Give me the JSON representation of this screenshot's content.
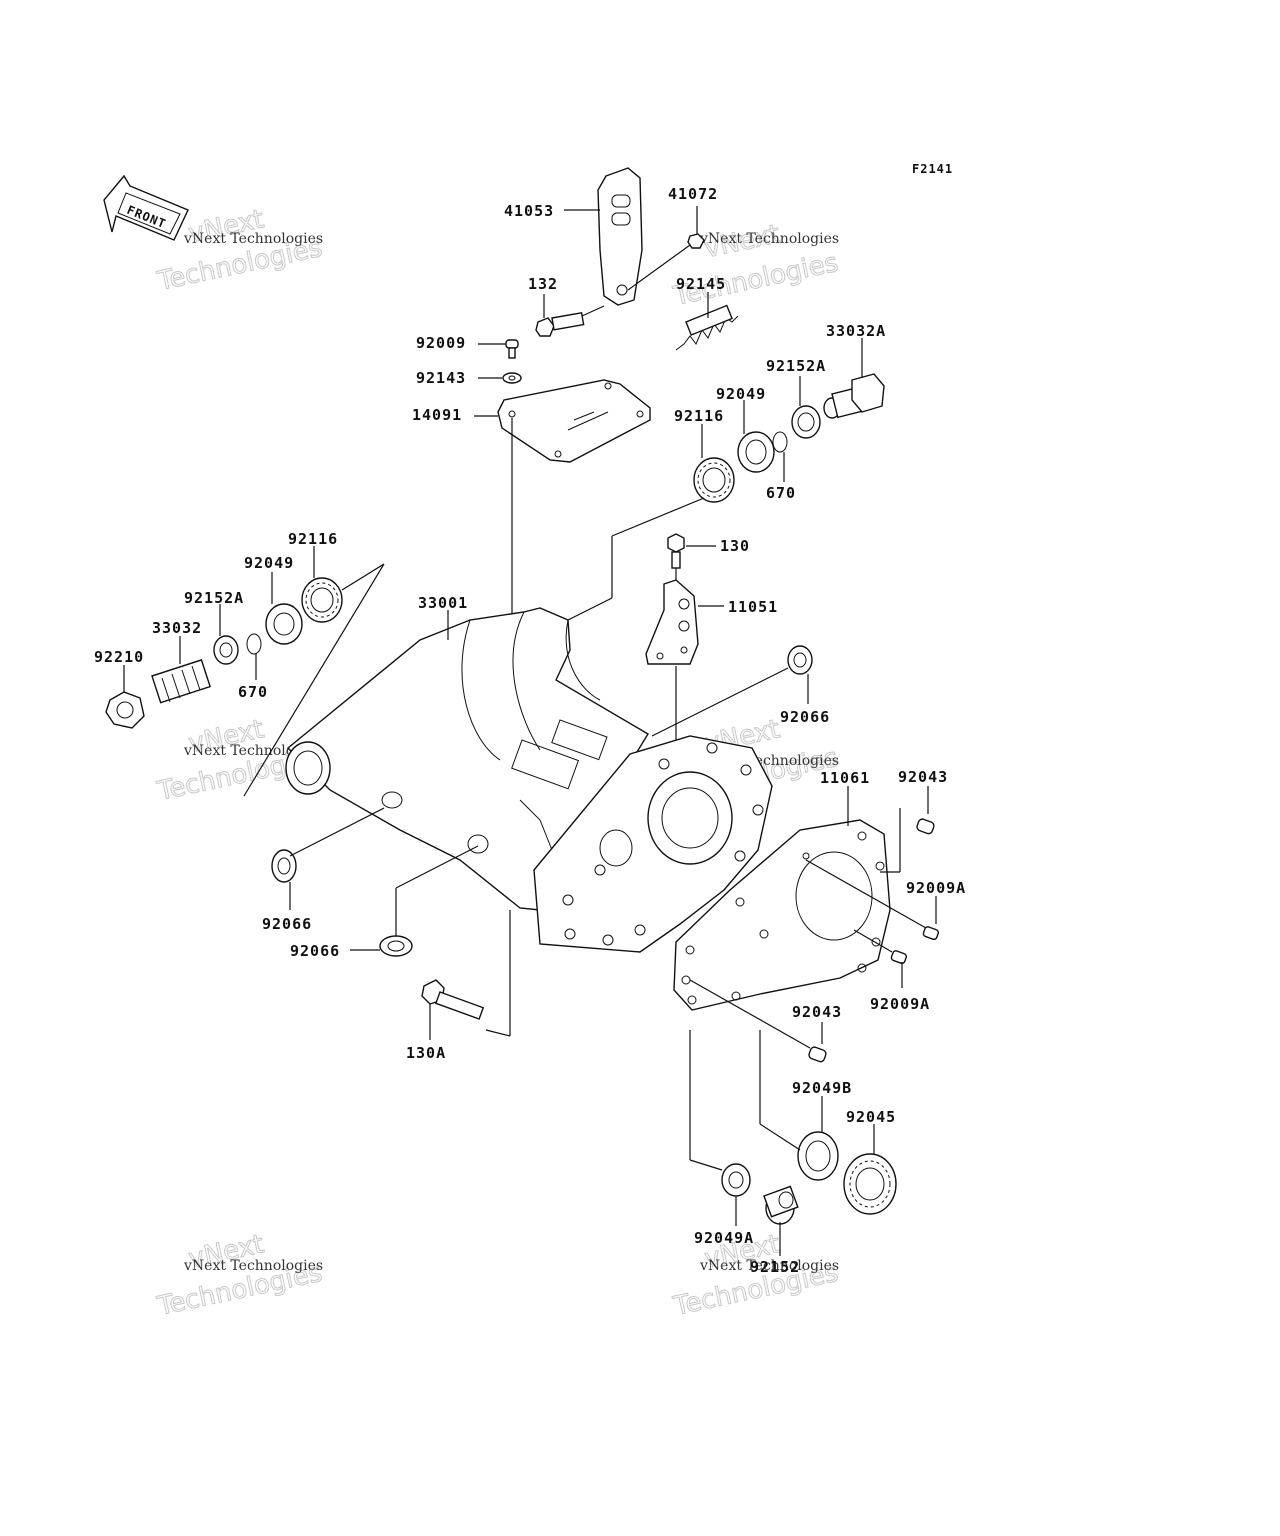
{
  "diagram_code": "F2141",
  "front_label": "FRONT",
  "watermark": "vNext Technologies",
  "watermark_big_1": "vNext",
  "watermark_big_2": "Technologies",
  "parts": {
    "p41053": "41053",
    "p41072": "41072",
    "p132": "132",
    "p92145": "92145",
    "p92009": "92009",
    "p33032A": "33032A",
    "p92143": "92143",
    "p92152A_r": "92152A",
    "p92049_r": "92049",
    "p14091": "14091",
    "p92116_r": "92116",
    "p670_r": "670",
    "p130": "130",
    "p92116_l": "92116",
    "p92049_l": "92049",
    "p11051": "11051",
    "p33001": "33001",
    "p92152A_l": "92152A",
    "p33032": "33032",
    "p92210": "92210",
    "p670_l": "670",
    "p92066_r": "92066",
    "p92043_t": "92043",
    "p11061": "11061",
    "p92009A_r": "92009A",
    "p92066_l": "92066",
    "p92066_b": "92066",
    "p92009A_b": "92009A",
    "p92043_b": "92043",
    "p130A": "130A",
    "p92049B": "92049B",
    "p92045": "92045",
    "p92049A": "92049A",
    "p92152": "92152"
  }
}
